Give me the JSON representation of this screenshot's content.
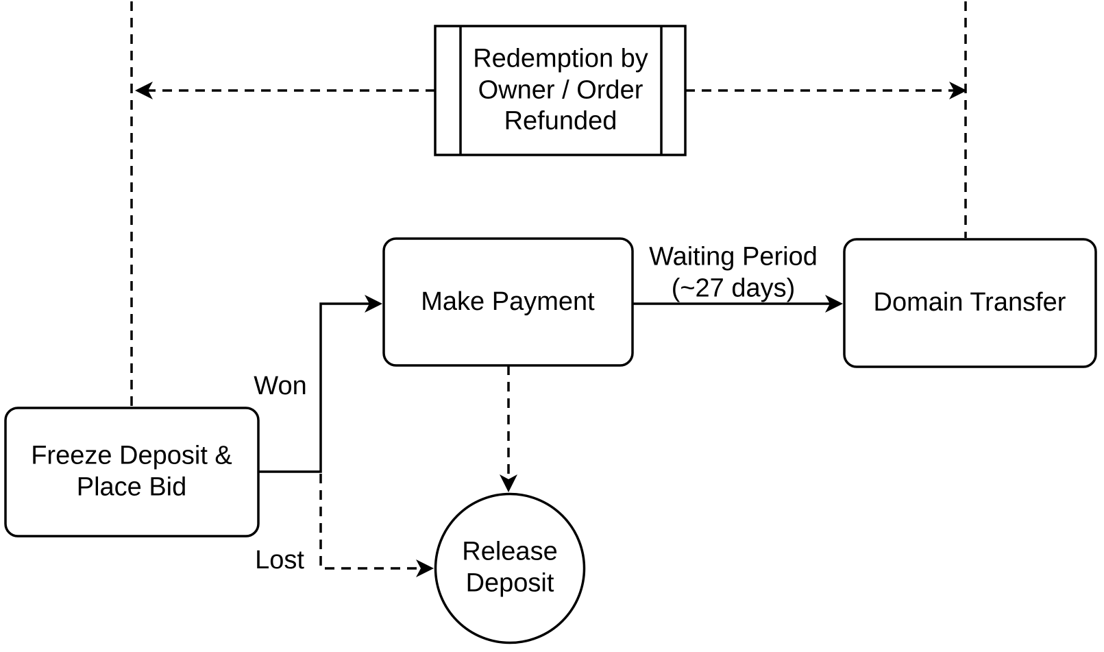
{
  "diagram": {
    "type": "flowchart",
    "colors": {
      "background": "#ffffff",
      "shape_fill": "#ffffff",
      "stroke": "#000000",
      "text": "#000000"
    },
    "nodes": {
      "redemption": {
        "label": "Redemption by Owner / Order Refunded",
        "shape": "subprocess-rectangle"
      },
      "make_payment": {
        "label": "Make Payment",
        "shape": "rounded-rectangle"
      },
      "domain_transfer": {
        "label": "Domain Transfer",
        "shape": "rounded-rectangle"
      },
      "freeze_bid": {
        "label": "Freeze Deposit & Place Bid",
        "shape": "rounded-rectangle"
      },
      "release_deposit": {
        "label": "Release Deposit",
        "shape": "circle"
      }
    },
    "edge_labels": {
      "won": "Won",
      "lost": "Lost",
      "waiting_period": "Waiting Period (~27 days)"
    }
  }
}
